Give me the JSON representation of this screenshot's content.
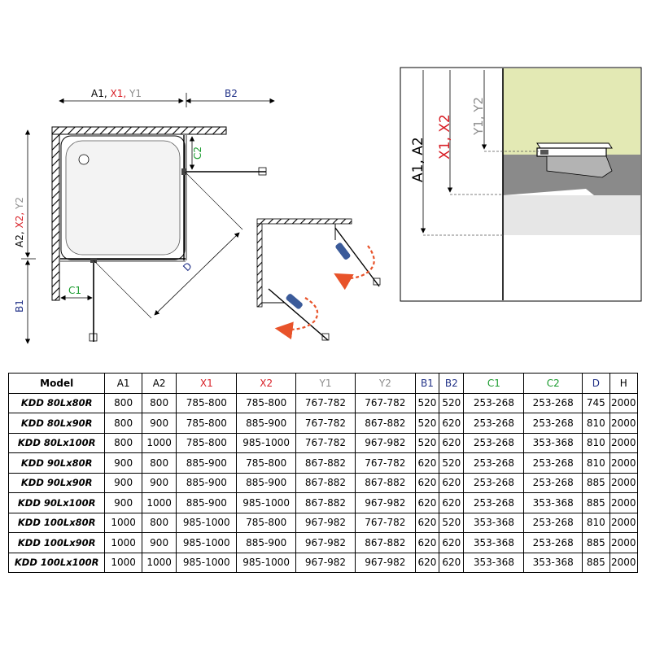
{
  "drawing": {
    "labels": {
      "a1": "A1,",
      "x1": "X1,",
      "y1": "Y1",
      "b2": "B2",
      "a2": "A2,",
      "x2": "X2,",
      "y2": "Y2",
      "b1": "B1",
      "c1": "C1",
      "c2": "C2",
      "d": "D"
    },
    "detail_labels": {
      "a": "A1, A2",
      "x": "X1, X2",
      "y": "Y1, Y2"
    },
    "colors": {
      "red": "#d81f26",
      "gray": "#8c8c8c",
      "blue": "#1f2f86",
      "green": "#1a9b2e",
      "arrow": "#e8532a",
      "wall_panel": "#e3e9b4",
      "slab": "#8a8a8a",
      "floor": "#e6e6e6"
    }
  },
  "table": {
    "headers": [
      "Model",
      "A1",
      "A2",
      "X1",
      "X2",
      "Y1",
      "Y2",
      "B1",
      "B2",
      "C1",
      "C2",
      "D",
      "H"
    ],
    "rows": [
      [
        "KDD 80Lx80R",
        "800",
        "800",
        "785-800",
        "785-800",
        "767-782",
        "767-782",
        "520",
        "520",
        "253-268",
        "253-268",
        "745",
        "2000"
      ],
      [
        "KDD 80Lx90R",
        "800",
        "900",
        "785-800",
        "885-900",
        "767-782",
        "867-882",
        "520",
        "620",
        "253-268",
        "253-268",
        "810",
        "2000"
      ],
      [
        "KDD 80Lx100R",
        "800",
        "1000",
        "785-800",
        "985-1000",
        "767-782",
        "967-982",
        "520",
        "620",
        "253-268",
        "353-368",
        "810",
        "2000"
      ],
      [
        "KDD 90Lx80R",
        "900",
        "800",
        "885-900",
        "785-800",
        "867-882",
        "767-782",
        "620",
        "520",
        "253-268",
        "253-268",
        "810",
        "2000"
      ],
      [
        "KDD 90Lx90R",
        "900",
        "900",
        "885-900",
        "885-900",
        "867-882",
        "867-882",
        "620",
        "620",
        "253-268",
        "253-268",
        "885",
        "2000"
      ],
      [
        "KDD 90Lx100R",
        "900",
        "1000",
        "885-900",
        "985-1000",
        "867-882",
        "967-982",
        "620",
        "620",
        "253-268",
        "353-368",
        "885",
        "2000"
      ],
      [
        "KDD 100Lx80R",
        "1000",
        "800",
        "985-1000",
        "785-800",
        "967-982",
        "767-782",
        "620",
        "520",
        "353-368",
        "253-268",
        "810",
        "2000"
      ],
      [
        "KDD 100Lx90R",
        "1000",
        "900",
        "985-1000",
        "885-900",
        "967-982",
        "867-882",
        "620",
        "620",
        "353-368",
        "253-268",
        "885",
        "2000"
      ],
      [
        "KDD 100Lx100R",
        "1000",
        "1000",
        "985-1000",
        "985-1000",
        "967-982",
        "967-982",
        "620",
        "620",
        "353-368",
        "353-368",
        "885",
        "2000"
      ]
    ]
  }
}
